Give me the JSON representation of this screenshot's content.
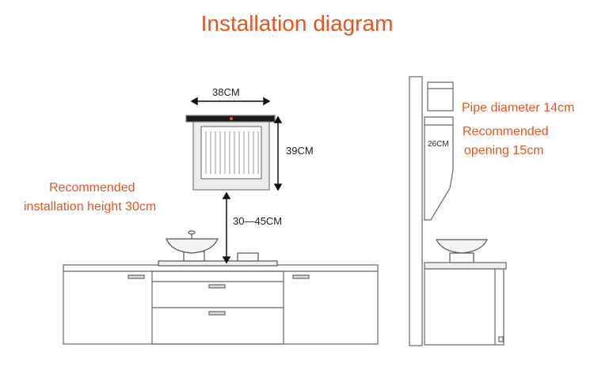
{
  "title": "Installation diagram",
  "annotations": {
    "recommended_height_line1": "Recommended",
    "recommended_height_line2": "installation height 30cm",
    "pipe_diameter": "Pipe diameter 14cm",
    "recommended_opening_line1": "Recommended",
    "recommended_opening_line2": "opening 15cm"
  },
  "dimensions": {
    "width": "38CM",
    "height": "39CM",
    "mount_range": "30—45CM",
    "side_depth": "26CM"
  },
  "colors": {
    "accent": "#e8541f",
    "line": "#555555"
  }
}
